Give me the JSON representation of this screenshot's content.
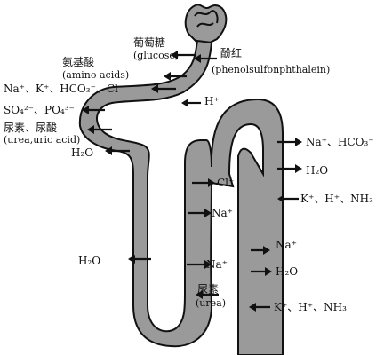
{
  "colors": {
    "tube_fill": "#9a9a9a",
    "stroke": "#111111",
    "background": "#ffffff"
  },
  "labels": {
    "glucose_cn": "葡萄糖",
    "glucose_en": "(glucose)",
    "amino_cn": "氨基酸",
    "amino_en": "(amino acids)",
    "ions_left": "Na⁺、K⁺、HCO₃⁻、Cl⁻",
    "phenol_cn": "酚红",
    "phenol_en": "(phenolsulfonphthalein)",
    "h_plus_top": "H⁺",
    "so4_po4": "SO₄²⁻、PO₄³⁻",
    "urea_cn_left": "尿素、尿酸",
    "urea_en_left": "(urea,uric acid)",
    "h2o_left": "H₂O",
    "na_hco3_right": "Na⁺、HCO₃⁻",
    "h2o_right_top": "H₂O",
    "cl_mid": "Cl⁻",
    "k_h_nh3_top": "K⁺、H⁺、NH₃",
    "na_mid_upper": "Na⁺",
    "na_collect": "Na⁺",
    "h2o_loop_left": "H₂O",
    "na_mid_lower": "Na⁺",
    "h2o_collect": "H₂O",
    "urea_cn_bottom": "尿素",
    "urea_en_bottom": "(urea)",
    "k_h_nh3_bottom": "K⁺、H⁺、NH₃"
  }
}
